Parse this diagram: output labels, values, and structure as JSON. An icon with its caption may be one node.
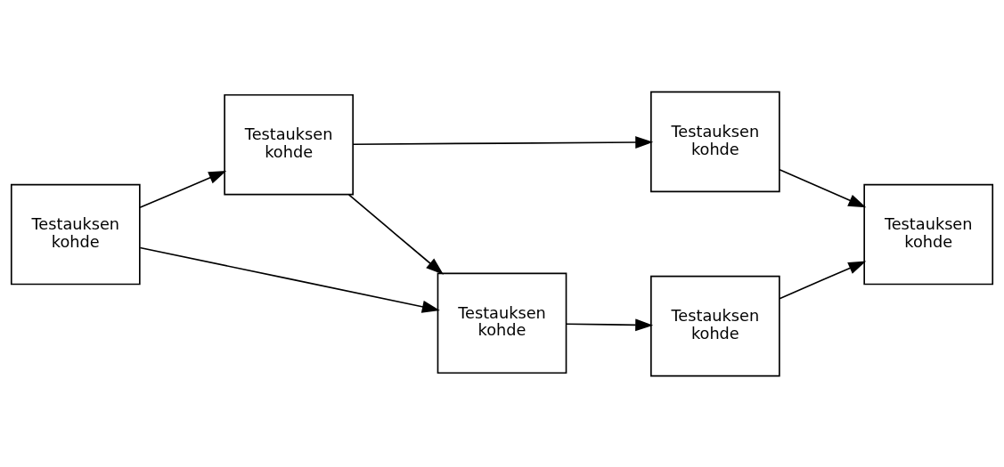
{
  "diagram": {
    "nodes": [
      {
        "text": [
          "Testauksen kohde"
        ]
      },
      {
        "text": [
          "Testauksen kohde"
        ]
      },
      {
        "text": [
          "Testauksen kohde"
        ]
      },
      {
        "text": [
          "Testauksen kohde"
        ]
      },
      {
        "text": [
          "Testauksen kohde"
        ]
      },
      {
        "text": [
          "Testauksen kohde"
        ]
      }
    ],
    "edges": [
      {
        "from": 0,
        "to": 1,
        "arrow": "to"
      },
      {
        "from": 0,
        "to": 4,
        "arrow": "to"
      },
      {
        "from": 1,
        "to": 2,
        "arrow": "to"
      },
      {
        "from": 1,
        "to": 4,
        "arrow": "to"
      },
      {
        "from": 2,
        "to": 3,
        "arrow": "to"
      },
      {
        "from": 4,
        "to": 5,
        "arrow": "to"
      },
      {
        "from": 5,
        "to": 3,
        "arrow": "to"
      }
    ]
  }
}
